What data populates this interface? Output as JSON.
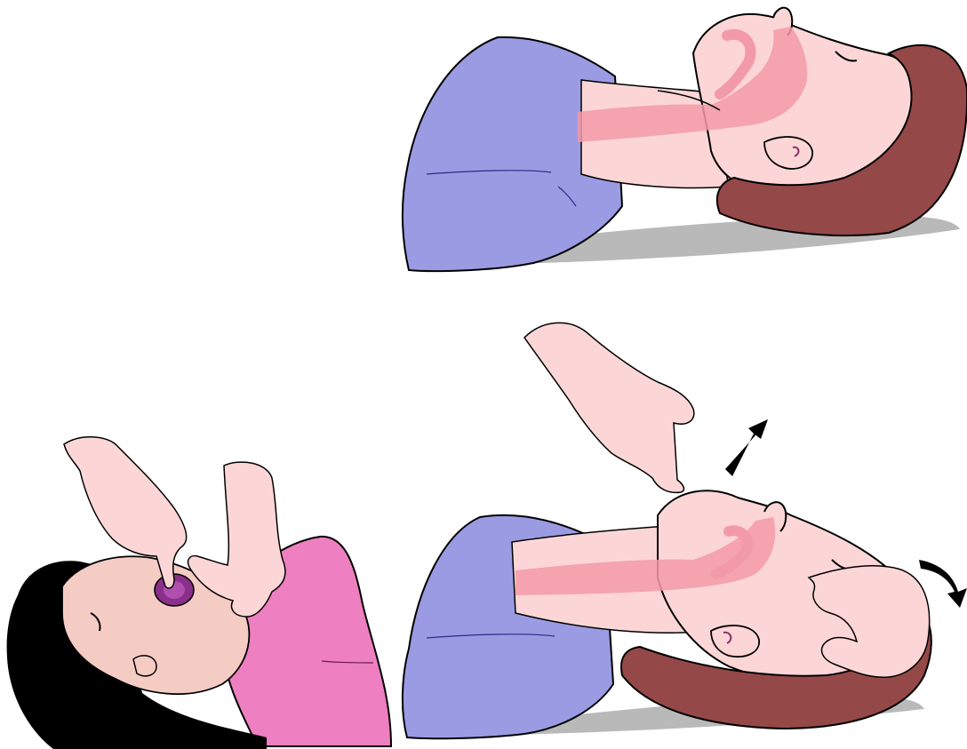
{
  "colors": {
    "skin": "#fcd6d6",
    "airway": "#f39aa8",
    "shirt_blue": "#9b9be3",
    "shirt_pink": "#ee7fc0",
    "hair_brown": "#954848",
    "hair_black": "#000000",
    "shadow": "#b9b9b9",
    "mouth_purple": "#8a2f8a",
    "arrow": "#000000",
    "outline": "#000000"
  },
  "scenes": [
    "supine-patient-airway-blocked",
    "finger-sweep-mouth",
    "head-tilt-chin-lift"
  ],
  "arrows": [
    "up-arrow-icon",
    "curved-arrow-icon"
  ]
}
